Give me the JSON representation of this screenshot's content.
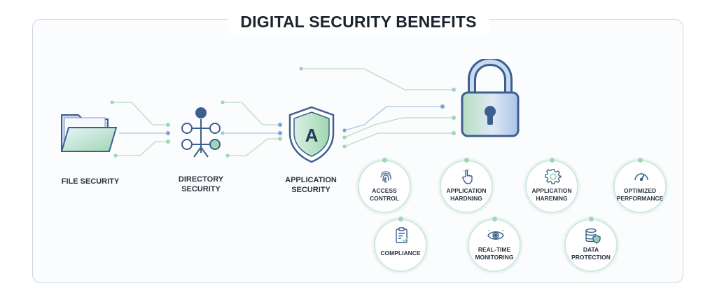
{
  "title": "DIGITAL SECURITY BENEFITS",
  "nodes": {
    "file": "FILE SECURITY",
    "directory": "DIRECTORY SECURITY",
    "application": "APPLICATION SECURITY",
    "shield_letter": "A"
  },
  "benefits": [
    {
      "label": "ACCESS CONTROL",
      "icon": "fingerprint-icon"
    },
    {
      "label": "APPLICATION HARDNING",
      "icon": "hand-pointer-icon"
    },
    {
      "label": "APPLICATION HARENING",
      "icon": "gear-icon"
    },
    {
      "label": "OPTIMIZED PERFORMANCE",
      "icon": "gauge-icon"
    },
    {
      "label": "COMPLIANCE",
      "icon": "clipboard-check-icon"
    },
    {
      "label": "REAL-TIME MONITORING",
      "icon": "eye-icon"
    },
    {
      "label": "DATA PROTECTION",
      "icon": "database-shield-icon"
    }
  ],
  "colors": {
    "blue": "#3d5f8f",
    "green": "#8fd4ab",
    "light_blue": "#a9c4e6",
    "border": "#cfd6dc"
  }
}
